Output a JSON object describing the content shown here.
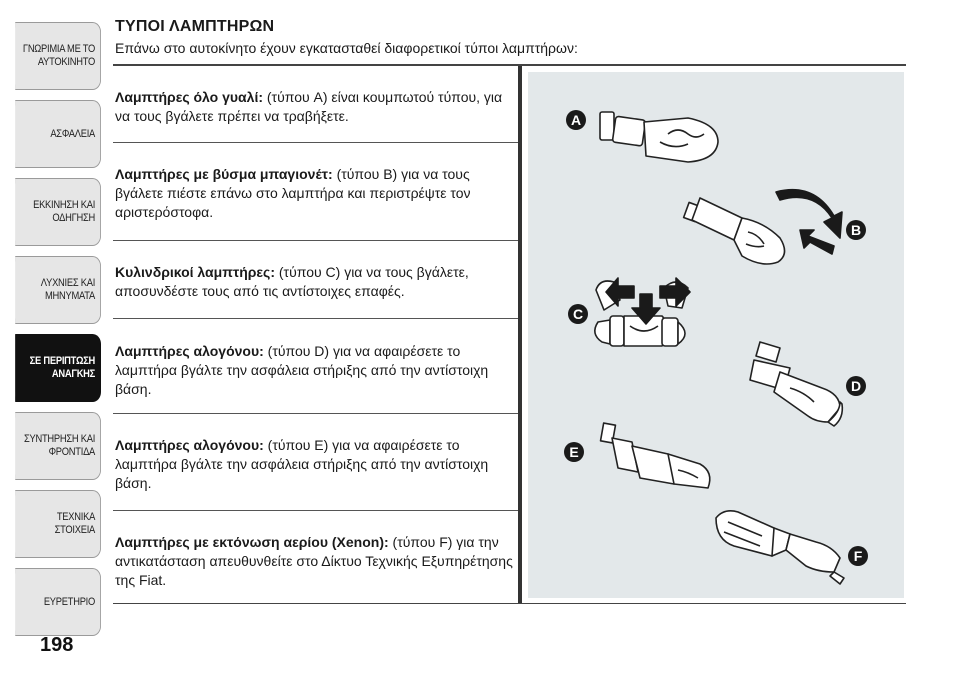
{
  "sidebar": {
    "tabs": [
      {
        "label": "ΓΝΩΡΙΜΙΑ ΜΕ ΤΟ\nΑΥΤΟΚΙΝΗΤΟ",
        "active": false
      },
      {
        "label": "ΑΣΦΑΛΕΙΑ",
        "active": false
      },
      {
        "label": "ΕΚΚΙΝΗΣΗ ΚΑΙ\nΟΔΗΓΗΣΗ",
        "active": false
      },
      {
        "label": "ΛΥΧΝΙΕΣ ΚΑΙ\nΜΗΝΥΜΑΤΑ",
        "active": false
      },
      {
        "label": "ΣΕ ΠΕΡΙΠΤΩΣΗ\nΑΝΑΓΚΗΣ",
        "active": true
      },
      {
        "label": "ΣΥΝΤΗΡΗΣΗ ΚΑΙ\nΦΡΟΝΤΙΔΑ",
        "active": false
      },
      {
        "label": "ΤΕΧΝΙΚΑ ΣΤΟΙΧΕΙΑ",
        "active": false
      },
      {
        "label": "ΕΥΡΕΤΗΡΙΟ",
        "active": false
      }
    ]
  },
  "page_number": "198",
  "header": {
    "title": "ΤΥΠΟΙ ΛΑΜΠΤΗΡΩΝ",
    "subtitle": "Επάνω στο αυτοκίνητο έχουν εγκατασταθεί διαφορετικοί τύποι λαμπτήρων:"
  },
  "sections": [
    {
      "heading": "Λαμπτήρες όλο γυαλί:",
      "text": " (τύπου A) είναι κουμπωτού τύπου, για να τους βγάλετε πρέπει να τραβήξετε."
    },
    {
      "heading": "Λαμπτήρες με βύσμα μπαγιονέτ:",
      "text": " (τύπου B) για να τους βγάλετε πιέστε επάνω στο λαμπτήρα και περιστρέψτε τον αριστερόστοφα."
    },
    {
      "heading": "Κυλινδρικοί λαμπτήρες:",
      "text": " (τύπου C) για να τους βγάλετε, αποσυνδέστε τους από τις αντίστοιχες επαφές."
    },
    {
      "heading": "Λαμπτήρες αλογόνου:",
      "text": " (τύπου D) για να αφαιρέσετε το λαμπτήρα βγάλτε την ασφάλεια στήριξης από την αντίστοιχη βάση."
    },
    {
      "heading": "Λαμπτήρες αλογόνου:",
      "text": " (τύπου E) για να αφαιρέσετε το λαμπτήρα βγάλτε την ασφάλεια στήριξης από την αντίστοιχη βάση."
    },
    {
      "heading": "Λαμπτήρες με εκτόνωση αερίου (Xenon):",
      "text": " (τύπου F) για την αντικατάσταση απευθυνθείτε στο Δίκτυο Τεχνικής Εξυπηρέτησης της Fiat."
    }
  ],
  "figure": {
    "labels": [
      "A",
      "B",
      "C",
      "D",
      "E",
      "F"
    ],
    "badge_color": "#1a1a1a",
    "background_color": "#e3e8ea"
  }
}
